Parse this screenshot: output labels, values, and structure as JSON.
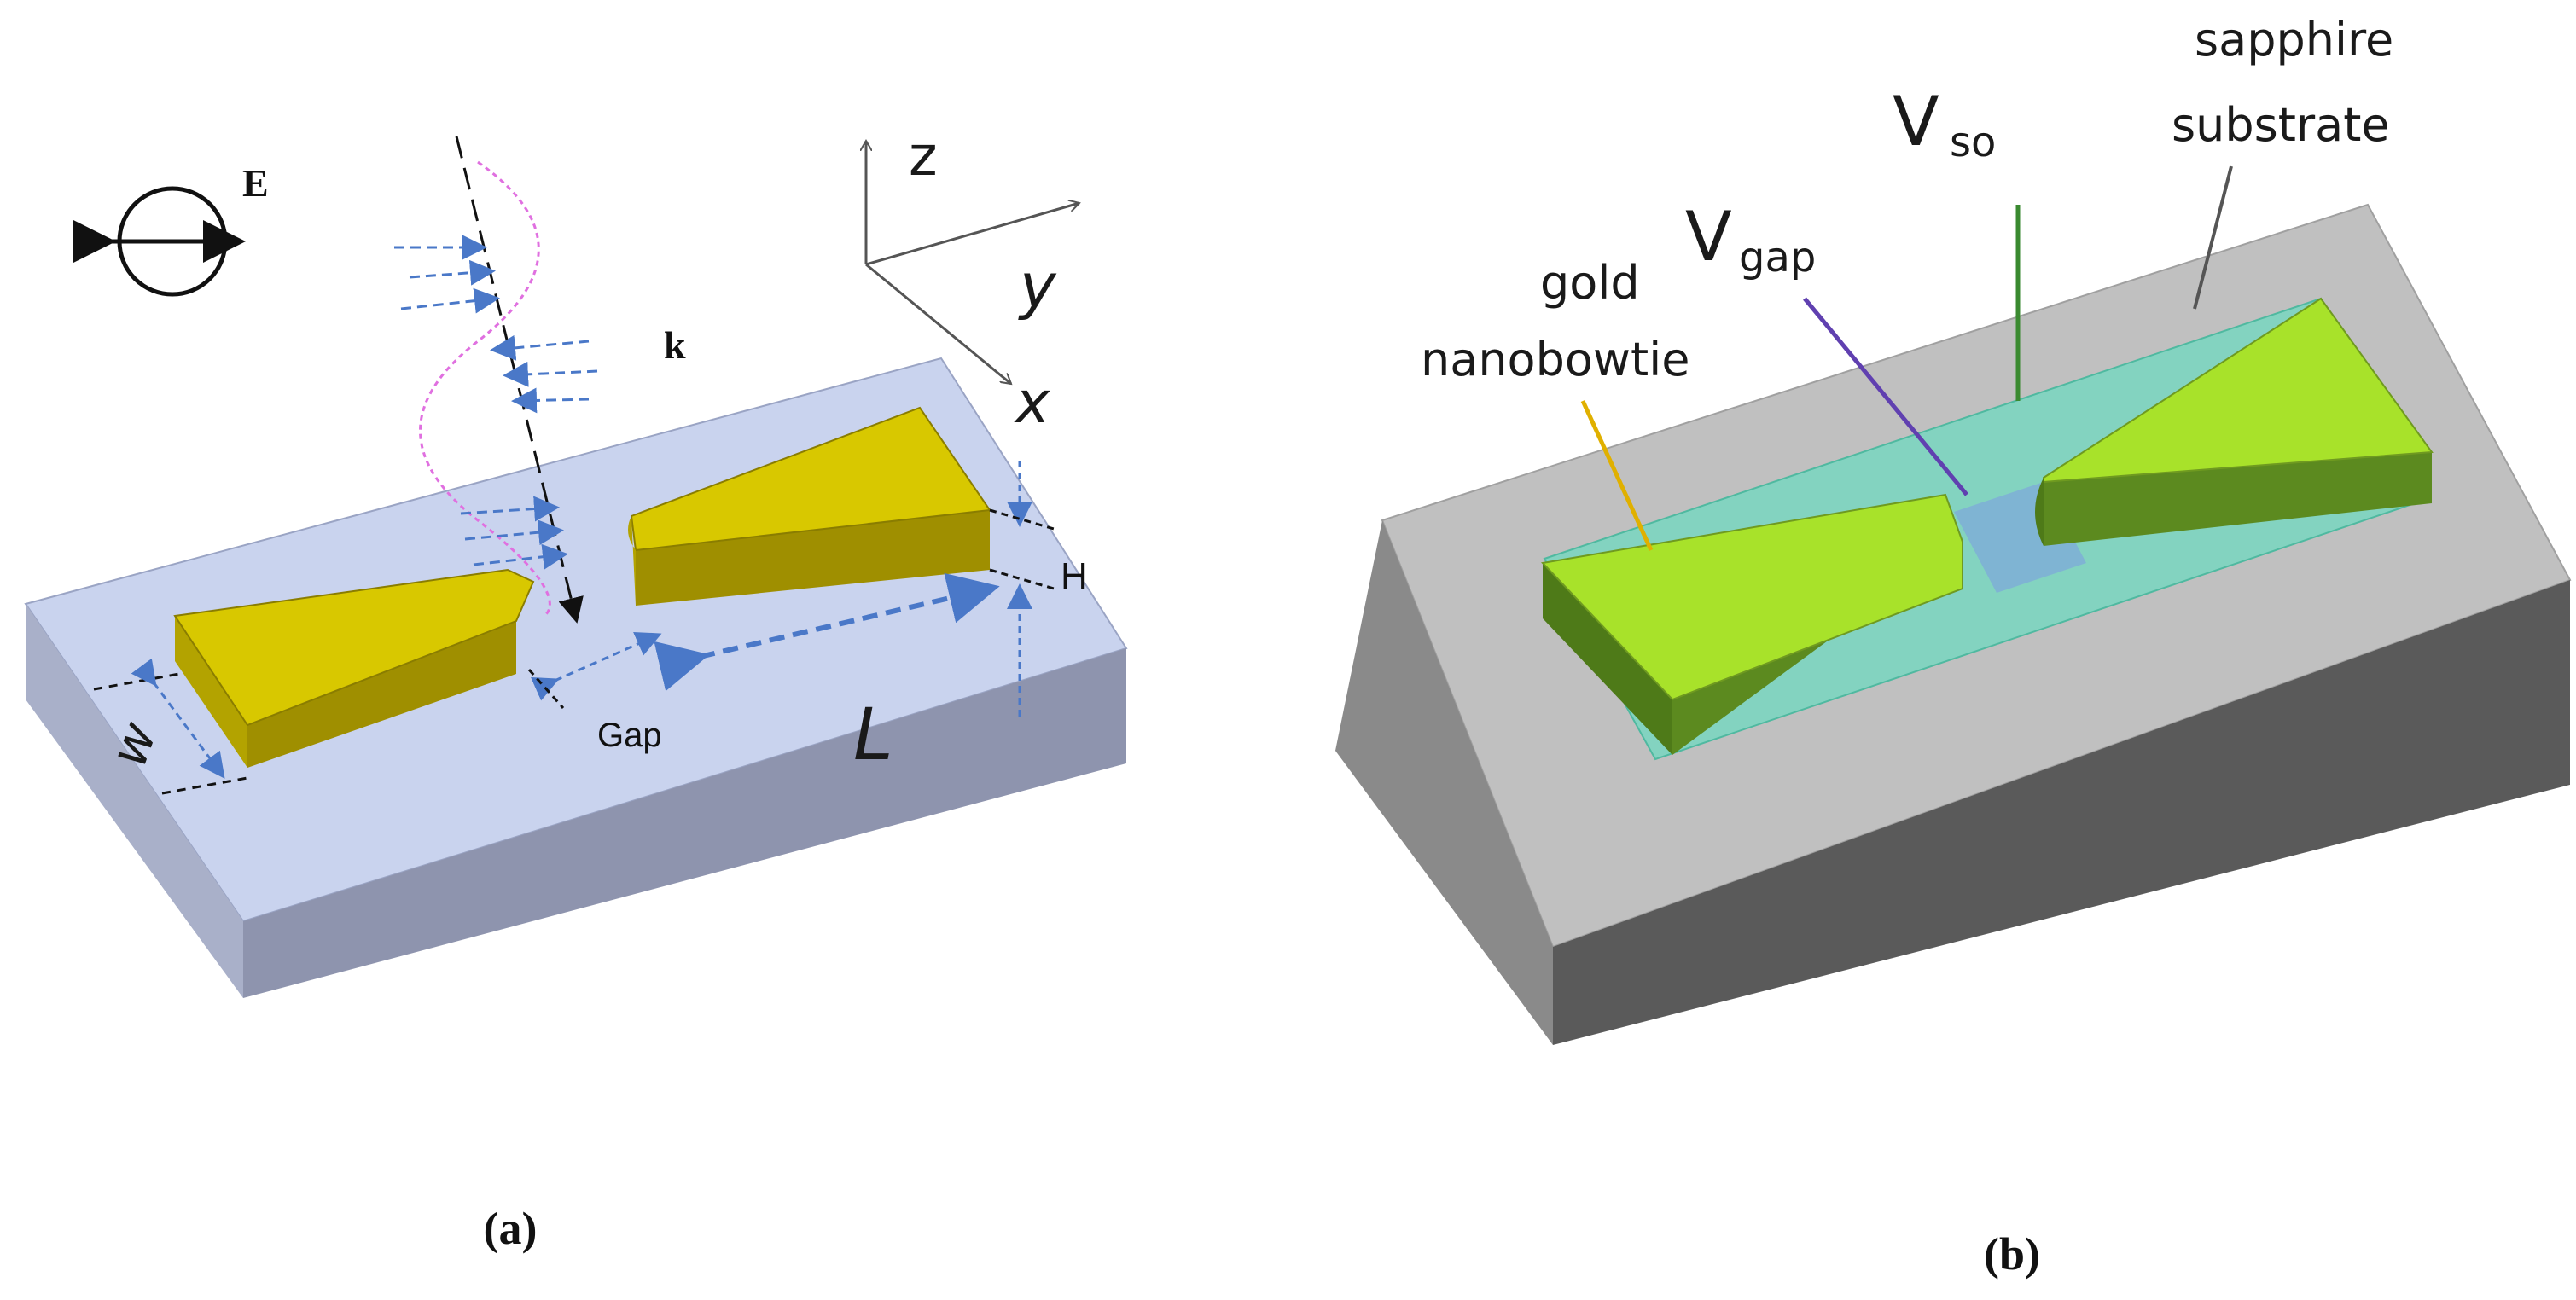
{
  "panel_a": {
    "caption": "(a)",
    "field_label": "E",
    "wavevector_label": "k",
    "axes": {
      "z": "z",
      "y": "y",
      "x": "x"
    },
    "dims": {
      "gap": "Gap",
      "length": "L",
      "width": "w",
      "height": "H"
    },
    "colors": {
      "substrate_top": "#c9d3ee",
      "substrate_front": "#8e94ae",
      "substrate_side": "#a9b0c9",
      "gold_top": "#d8c800",
      "gold_side": "#9f8f00",
      "arrow": "#4a78c8",
      "wave": "#e070e0"
    }
  },
  "panel_b": {
    "caption": "(b)",
    "labels": {
      "gold": "gold",
      "nanobowtie": "nanobowtie",
      "vgap_main": "V",
      "vgap_sub": "gap",
      "vso_main": "V",
      "vso_sub": "so",
      "sapphire": "sapphire",
      "substrate": "substrate"
    },
    "colors": {
      "substrate_top": "#c0c0c0",
      "substrate_front": "#5a5a5a",
      "substrate_side": "#8a8a8a",
      "gold_top": "#a8e22a",
      "gold_side": "#5c8a1f",
      "region_so": "#6fd9c0",
      "region_gap": "#7faed6",
      "leader_gold": "#e0b000",
      "leader_gap": "#6040b0",
      "leader_so": "#3a8a30",
      "leader_sub": "#555555"
    }
  }
}
